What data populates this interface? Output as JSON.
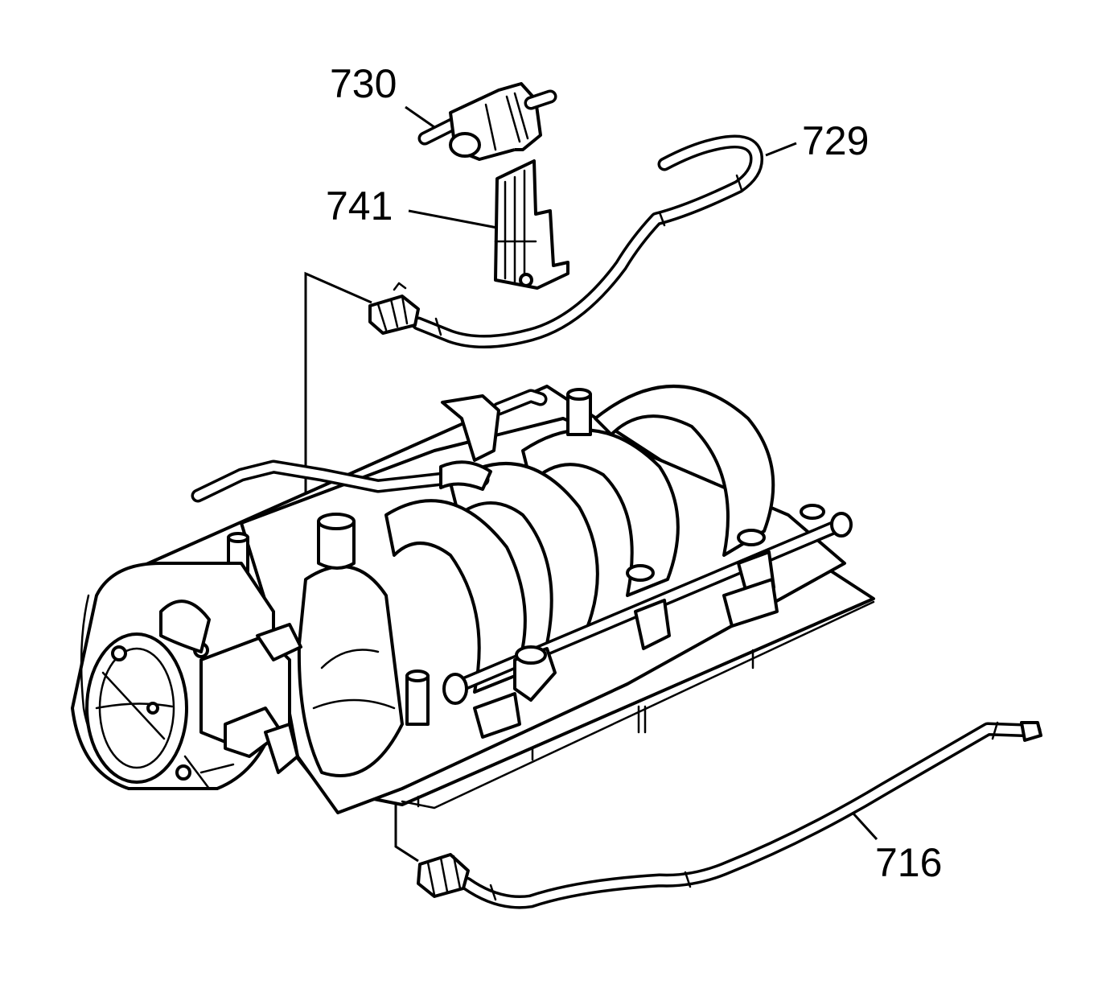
{
  "callouts": {
    "c730": "730",
    "c729": "729",
    "c741": "741",
    "c716": "716"
  },
  "colors": {
    "line": "#000000",
    "background": "#ffffff"
  }
}
